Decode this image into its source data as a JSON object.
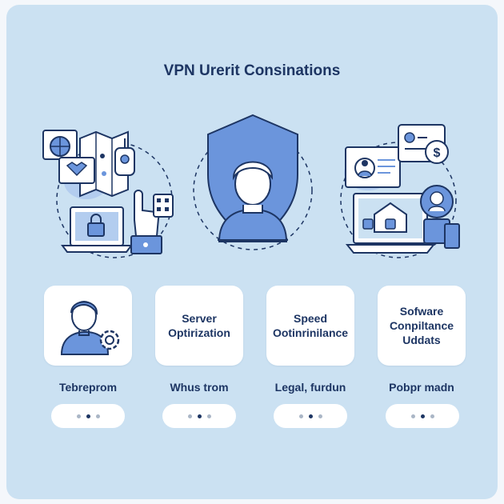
{
  "title": "VPN Urerit Consinations",
  "colors": {
    "panel_background": "#cbe1f2",
    "accent_blue": "#6b95dc",
    "ink": "#1d3563",
    "card_background": "#ffffff"
  },
  "heroes": [
    {
      "icon": "devices-lock-icon"
    },
    {
      "icon": "user-shield-icon"
    },
    {
      "icon": "computer-home-lock-icon"
    }
  ],
  "cards": [
    {
      "icon": "user-gear-icon",
      "lines": [],
      "caption": "Tebreprom"
    },
    {
      "lines": [
        "Server",
        "Optirization"
      ],
      "caption": "Whus trom"
    },
    {
      "lines": [
        "Speed",
        "Ootinrinilance"
      ],
      "caption": "Legal, furdun"
    },
    {
      "lines": [
        "Sofware",
        "Conpiltance",
        "Uddats"
      ],
      "caption": "Pobpr madn"
    }
  ],
  "pagination": {
    "dot_count": 3,
    "active_index": 1
  }
}
